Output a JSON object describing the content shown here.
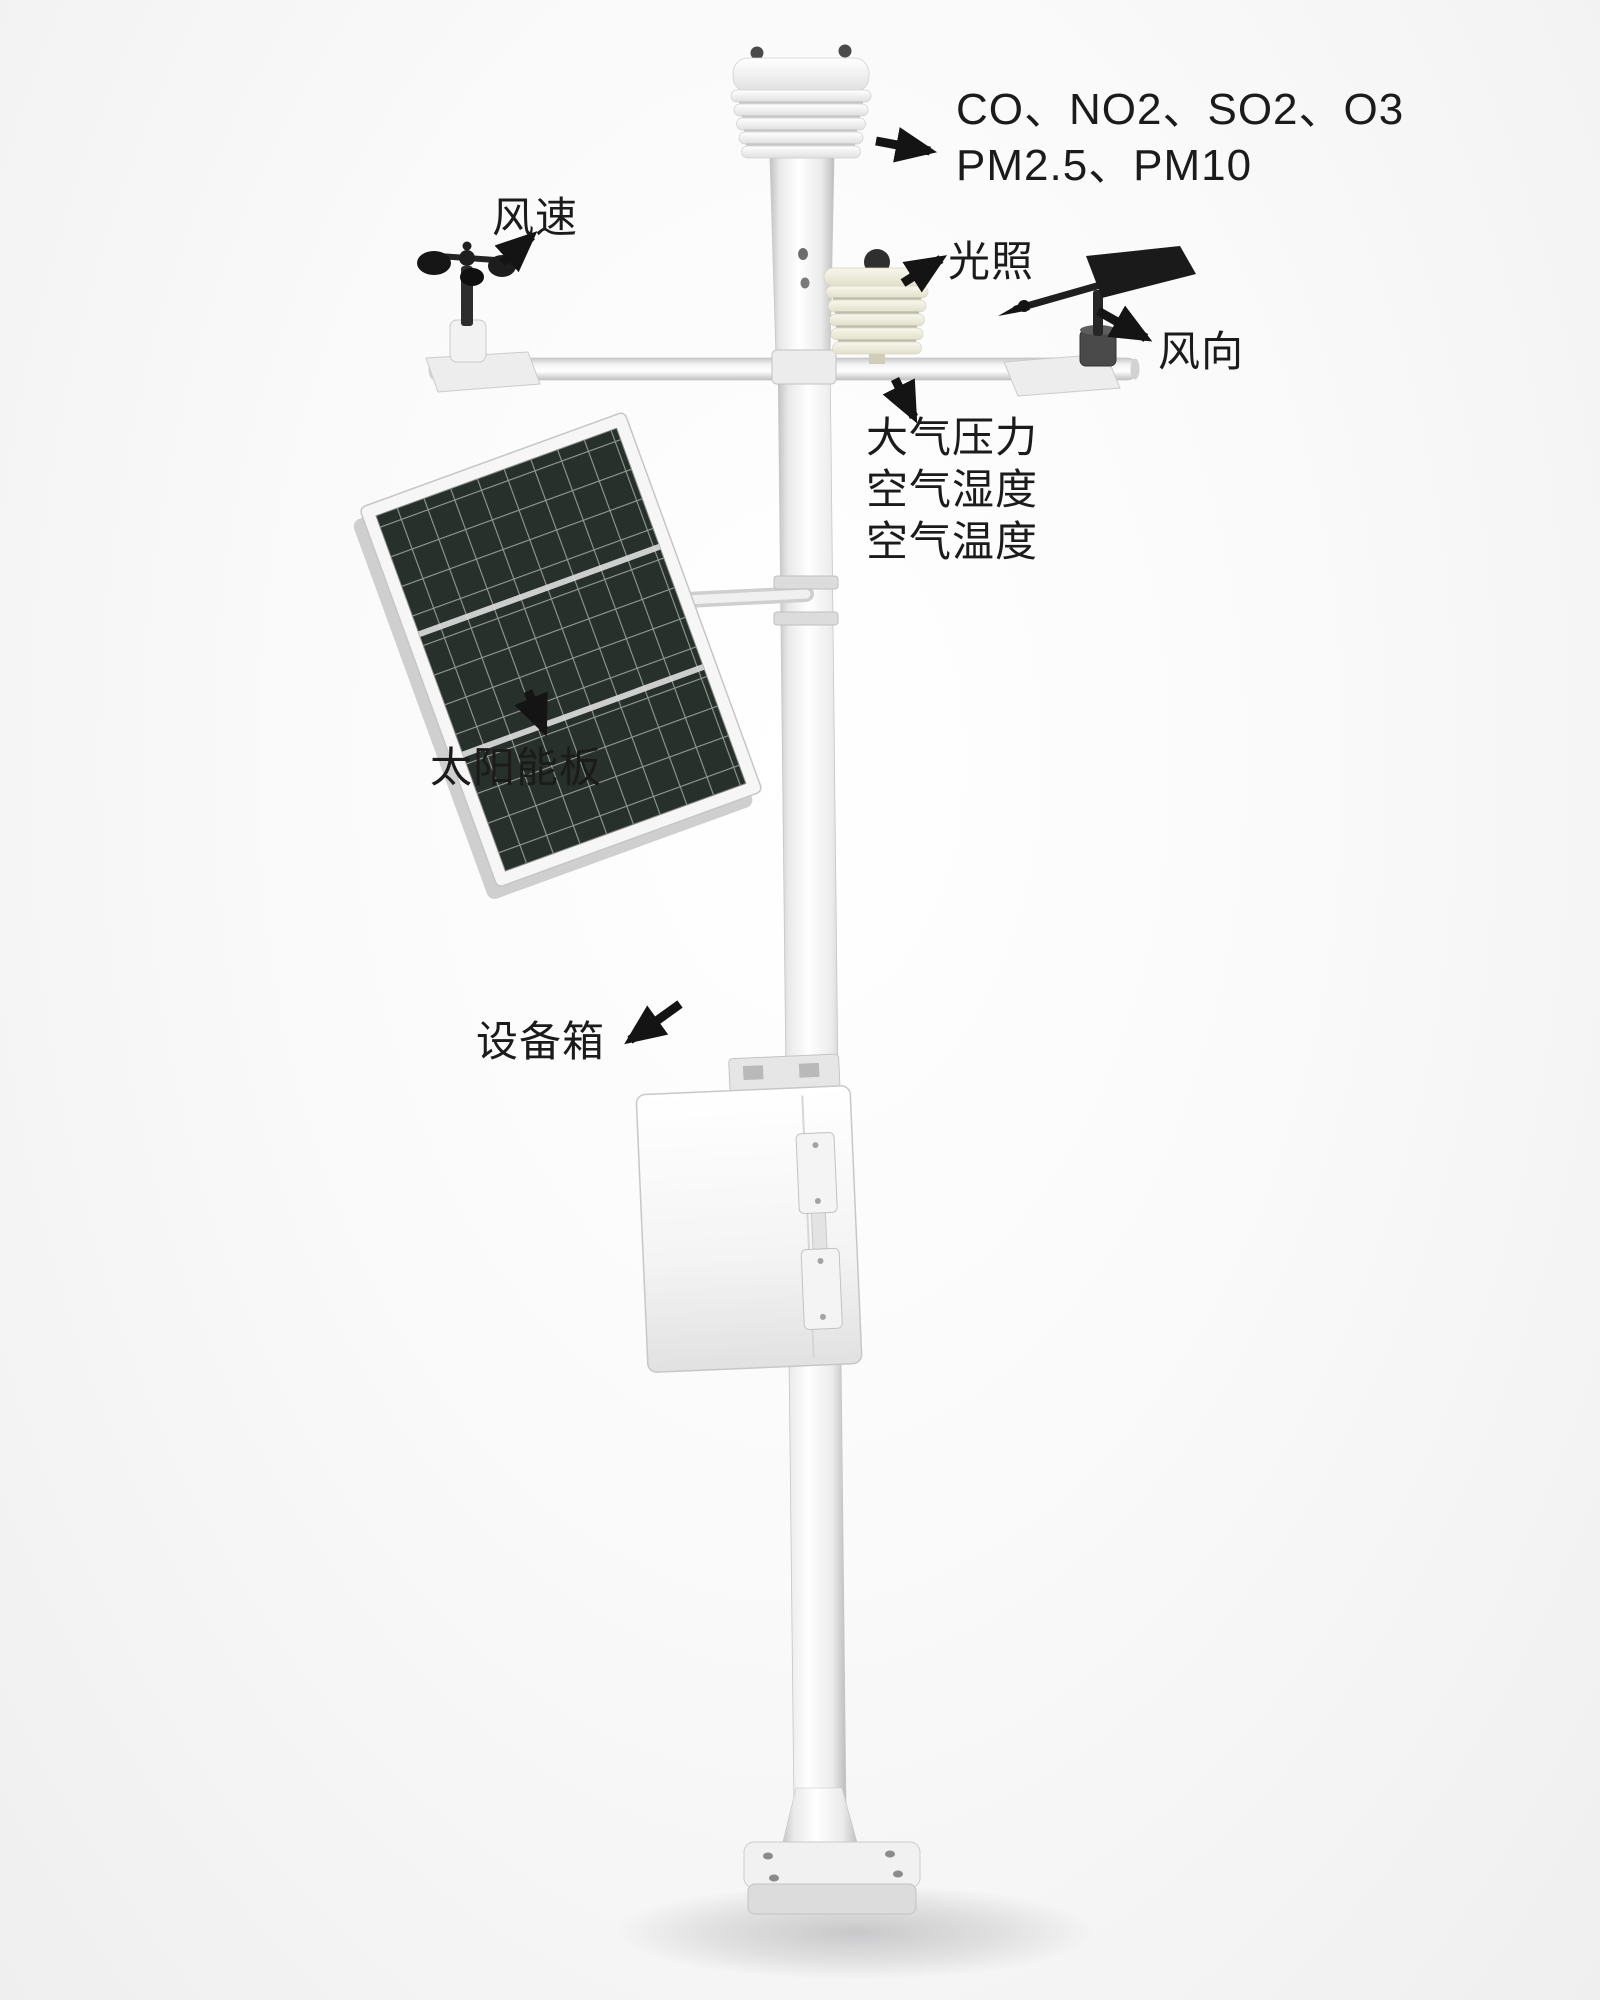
{
  "page": {
    "background": "#f4f4f5"
  },
  "labels": {
    "gas_line1": "CO、NO2、SO2、O3",
    "gas_line2": "PM2.5、PM10",
    "wind_speed": "风速",
    "light": "光照",
    "wind_direction": "风向",
    "atmosphere": [
      "大气压力",
      "空气湿度",
      "空气温度"
    ],
    "solar_panel": "太阳能板",
    "equipment_box": "设备箱"
  },
  "colors": {
    "arrow": "#141414",
    "text": "#1b1b1b",
    "solar_cell": "#27302a",
    "sensor_dark": "#1c1c1c",
    "shield_cream": "#f1efe0",
    "structure_white": "#ffffff"
  }
}
